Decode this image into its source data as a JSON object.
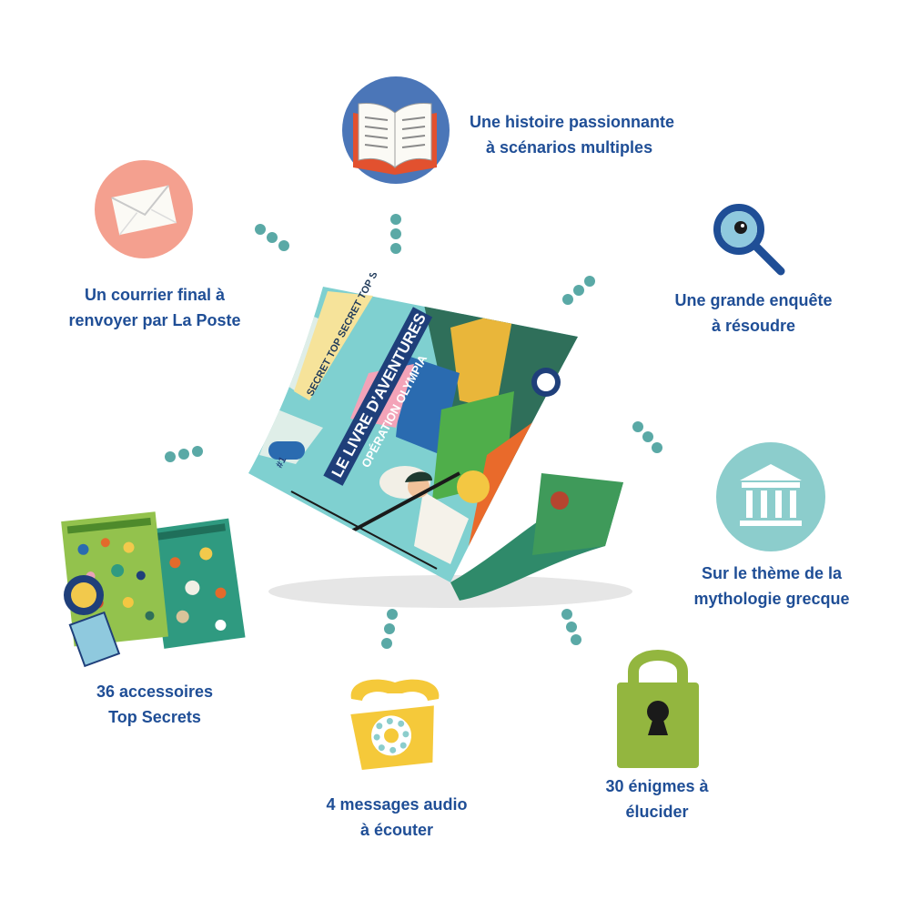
{
  "features": {
    "histoire": {
      "line1": "Une histoire passionnante",
      "line2": "à scénarios multiples",
      "icon": "open-book-icon"
    },
    "courrier": {
      "line1": "Un courrier final à",
      "line2": "renvoyer par La Poste",
      "icon": "envelope-icon"
    },
    "enquete": {
      "line1": "Une grande enquête",
      "line2": "à résoudre",
      "icon": "magnifying-glass-icon"
    },
    "mythologie": {
      "line1": "Sur le thème de la",
      "line2": "mythologie grecque",
      "icon": "greek-temple-icon"
    },
    "accessoires": {
      "line1": "36 accessoires",
      "line2": "Top Secrets",
      "icon": "sticker-sheets"
    },
    "audio": {
      "line1": "4 messages audio",
      "line2": "à écouter",
      "icon": "rotary-phone-icon"
    },
    "enigmes": {
      "line1": "30 énigmes à",
      "line2": "élucider",
      "icon": "padlock-icon"
    }
  },
  "magazine": {
    "title": "LE LIVRE D'AVENTURES",
    "subtitle": "OPÉRATION OLYMPIA",
    "banner": "SECRET TOP SECRET TOP SECRET",
    "issue": "#1"
  },
  "colors": {
    "text": "#1f4e96",
    "dots": "#5aa9a6",
    "salmon": "#f4a08f",
    "navy": "#4b76b8",
    "teal": "#8ccdcc",
    "orange": "#e2512f",
    "yellow": "#f5c93a",
    "green": "#93b63f"
  }
}
